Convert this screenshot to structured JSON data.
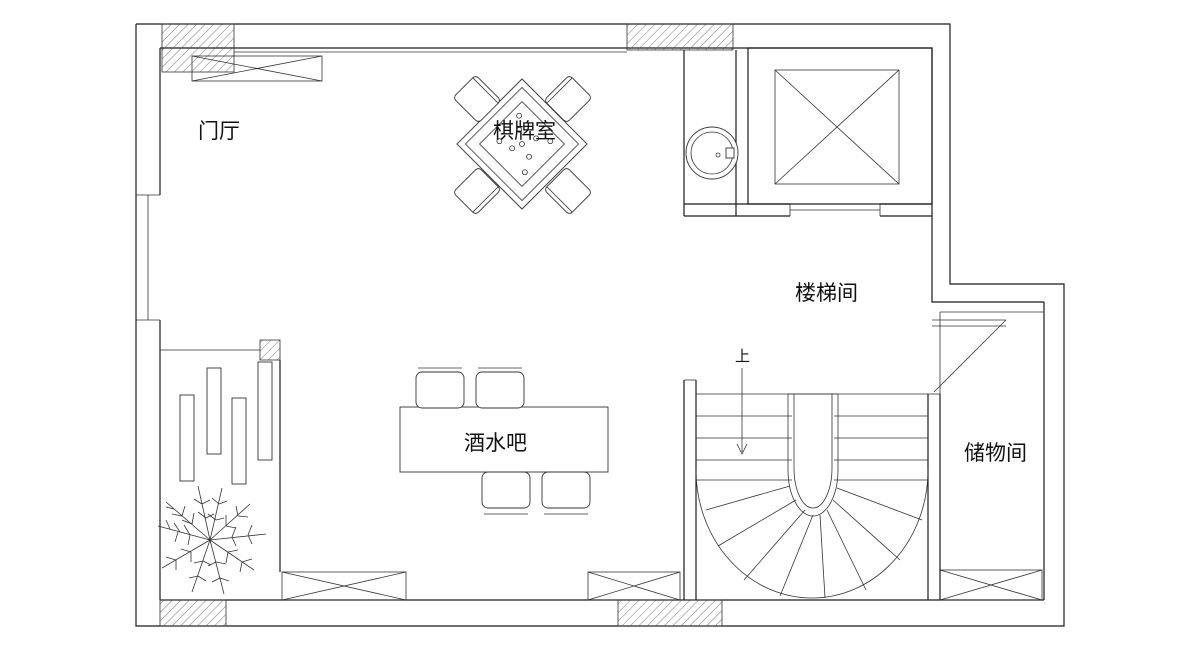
{
  "rooms": {
    "foyer": "门厅",
    "card_room": "棋牌室",
    "stairwell": "楼梯间",
    "wine_bar": "酒水吧",
    "storage": "储物间"
  },
  "stair_marker": "上",
  "colors": {
    "line": "#1a1a1a",
    "background": "#ffffff"
  }
}
